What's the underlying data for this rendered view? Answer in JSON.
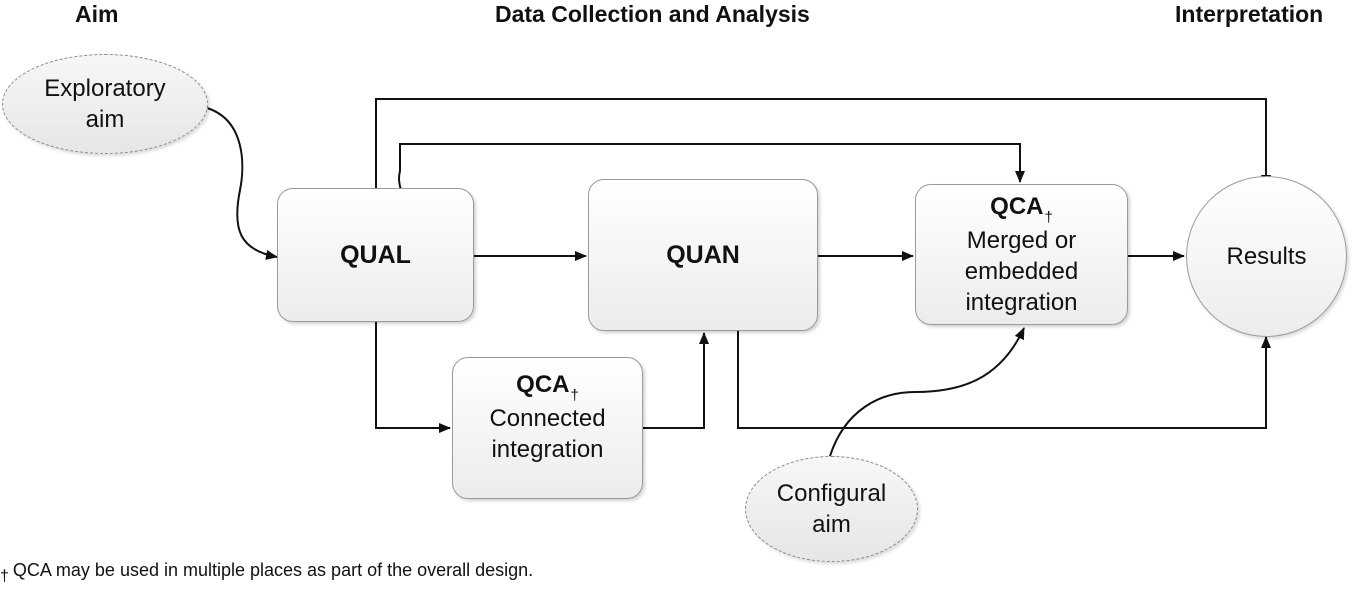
{
  "columns": {
    "aim": "Aim",
    "data_collection": "Data Collection and Analysis",
    "interpretation": "Interpretation"
  },
  "nodes": {
    "exploratory_aim": {
      "line1": "Exploratory",
      "line2": "aim"
    },
    "qual": {
      "label": "QUAL"
    },
    "quan": {
      "label": "QUAN"
    },
    "qca_connected": {
      "title": "QCA",
      "marker": "†",
      "line1": "Connected",
      "line2": "integration"
    },
    "qca_merged": {
      "title": "QCA",
      "marker": "†",
      "line1": "Merged or",
      "line2": "embedded",
      "line3": "integration"
    },
    "results": {
      "label": "Results"
    },
    "configural_aim": {
      "line1": "Configural",
      "line2": "aim"
    }
  },
  "edges": [
    {
      "from": "exploratory_aim",
      "to": "qual",
      "style": "curved"
    },
    {
      "from": "qual",
      "to": "quan",
      "style": "straight"
    },
    {
      "from": "qual",
      "to": "qca_connected",
      "style": "elbow"
    },
    {
      "from": "qca_connected",
      "to": "quan",
      "style": "elbow"
    },
    {
      "from": "qual",
      "to": "qca_merged",
      "style": "elbow"
    },
    {
      "from": "qual",
      "to": "results",
      "style": "elbow"
    },
    {
      "from": "quan",
      "to": "qca_merged",
      "style": "straight"
    },
    {
      "from": "quan",
      "to": "results",
      "style": "elbow"
    },
    {
      "from": "qca_merged",
      "to": "results",
      "style": "straight"
    },
    {
      "from": "configural_aim",
      "to": "qca_merged",
      "style": "curved"
    }
  ],
  "footnote": {
    "marker": "†",
    "text": "QCA may be used in multiple places as part of the overall design."
  },
  "colors": {
    "line": "#111111",
    "box_border": "#9a9a9a",
    "box_fill": "#f4f4f4"
  }
}
